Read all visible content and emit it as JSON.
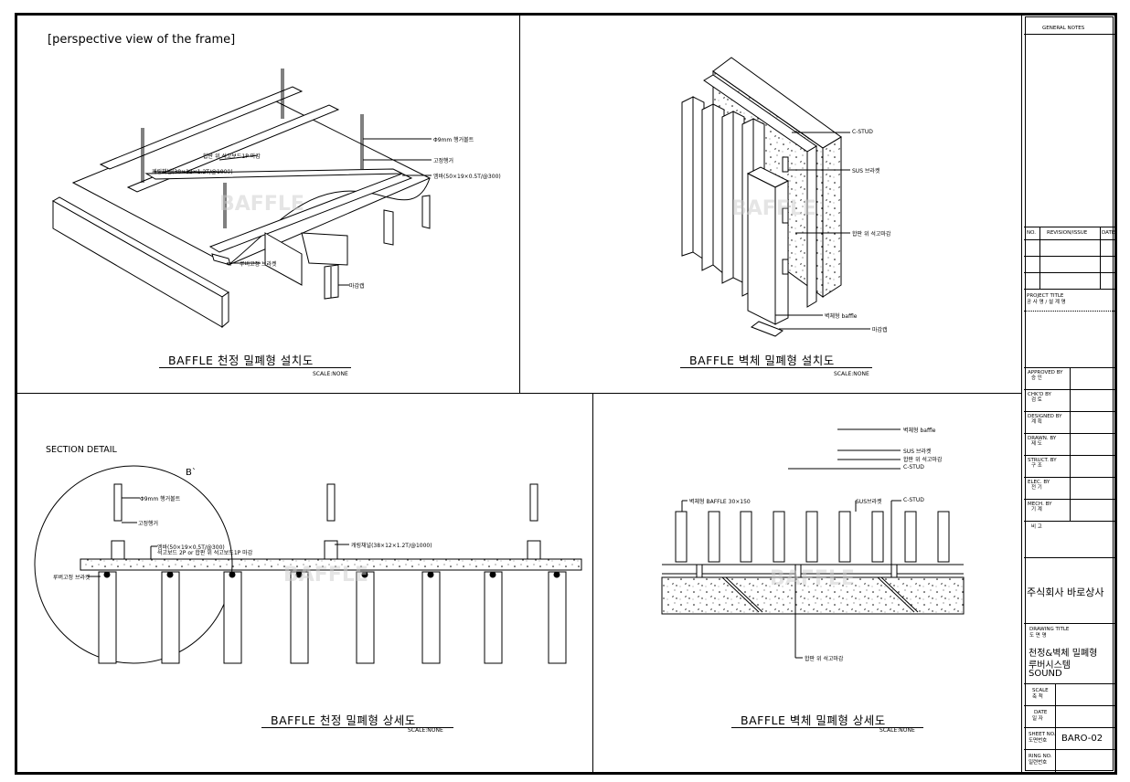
{
  "panels": {
    "top_left": {
      "heading": "[perspective view of the frame]",
      "title": "BAFFLE 천정 밀폐형 설치도",
      "scale": "SCALE:NONE",
      "labels": {
        "bolt": "Φ9mm 행거볼트",
        "hanger": "고정행거",
        "board": "합판 위 석고보드1P 마감",
        "carrier": "캐링채널(38×12×1.2T/@1000)",
        "mbar": "엠바(50×19×0.5T/@300)",
        "bracket": "루버고정 브라켓",
        "finish": "마감캡"
      },
      "watermark": "BAFFLE"
    },
    "top_right": {
      "title": "BAFFLE 벽체 밀폐형 설치도",
      "scale": "SCALE:NONE",
      "labels": {
        "cstud": "C-STUD",
        "sus": "SUS 브라켓",
        "board": "합판 위 석고마감",
        "baffle": "벽체형 baffle",
        "finish": "마감캡"
      },
      "watermark": "BAFFLE"
    },
    "bottom_left": {
      "heading": "SECTION DETAIL",
      "detail_mark": "B`",
      "title": "BAFFLE 천정 밀폐형 상세도",
      "scale": "SCALE:NONE",
      "labels": {
        "bolt": "Φ9mm 행거볼트",
        "hanger": "고정행거",
        "mbar": "엠바(50×19×0.5T/@300)",
        "board": "석고보드 2P or 합판 위 석고보드1P 마감",
        "carrier": "캐링채널(38×12×1.2T/@1000)",
        "bracket": "루버고정 브라켓"
      },
      "watermark": "BAFFLE"
    },
    "bottom_right": {
      "title": "BAFFLE 벽체 밀폐형 상세도",
      "scale": "SCALE:NONE",
      "labels": {
        "baffle": "벽체형 baffle",
        "sus": "SUS 브라켓",
        "board_top": "합판 위 석고마감",
        "cstud": "C-STUD",
        "baffle_size": "벽체형 BAFFLE 30×150",
        "sus2": "SUS브라켓",
        "cstud2": "C-STUD",
        "board": "합판 위 석고마감"
      },
      "watermark": "BAFFLE"
    }
  },
  "title_block": {
    "general_notes": "GENERAL NOTES",
    "rev_no": "NO.",
    "rev_issue": "REVISION/ISSUE",
    "rev_date": "DATE",
    "project_title": "PROJECT TITLE",
    "project_title_kr": "공 사 명 / 설 계 명",
    "approved": "APPROVED BY",
    "approved_kr": "승 인",
    "checked": "CHK'D BY",
    "checked_kr": "검 토",
    "designed": "DESIGNED BY",
    "designed_kr": "계 획",
    "drawn": "DRAWN. BY",
    "drawn_kr": "제 도",
    "struct": "STRUCT. BY",
    "struct_kr": "구 조",
    "elec": "ELEC. BY",
    "elec_kr": "전 기",
    "mech": "MECH. BY",
    "mech_kr": "기 계",
    "remark": "비 고",
    "company": "주식회사 바로상사",
    "drawing_title": "DRAWING TITLE",
    "drawing_title_kr": "도 면 명",
    "drawing_name_1": "천정&벽체 밀폐형",
    "drawing_name_2": "루버시스템",
    "drawing_name_3": "SOUND",
    "scale": "SCALE",
    "scale_kr": "축 척",
    "date": "DATE",
    "date_kr": "일 자",
    "sheet_no": "SHEET NO.",
    "sheet_no_kr": "도면번호",
    "sheet_value": "BARO-02",
    "ring_no": "RING NO.",
    "ring_no_kr": "일련번호"
  }
}
